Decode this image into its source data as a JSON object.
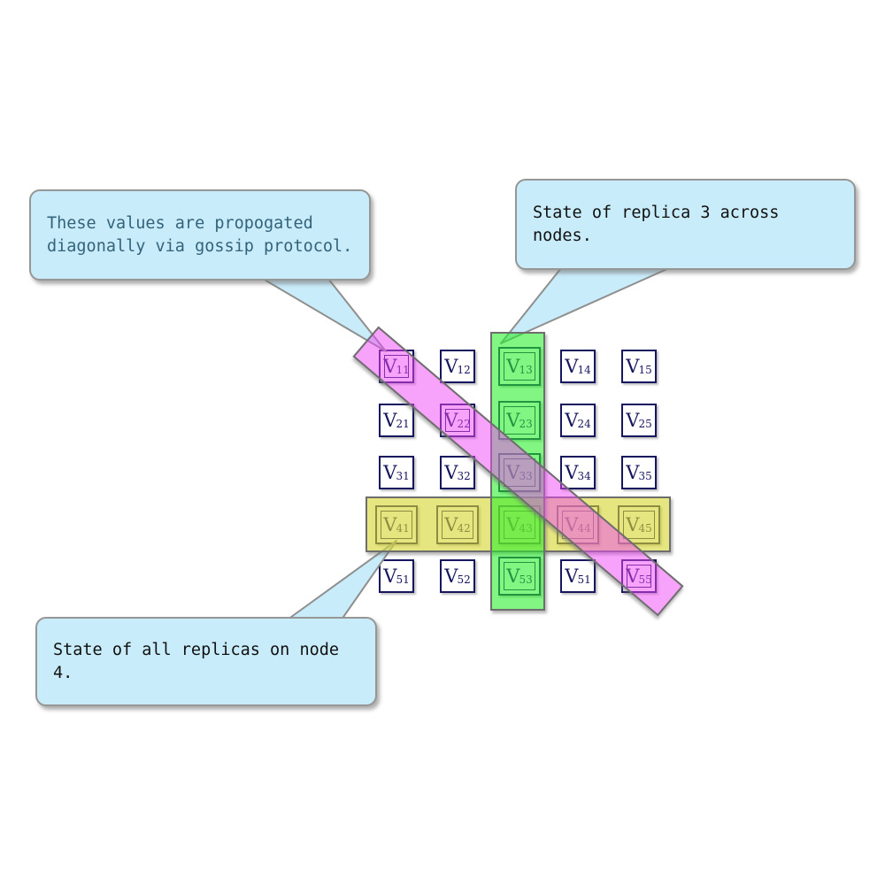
{
  "callouts": [
    {
      "id": "gossip",
      "text": "These values are propogated\ndiagonally via gossip protocol.",
      "text_color": "#33637a"
    },
    {
      "id": "replica3",
      "text": "State of replica 3 across nodes.",
      "text_color": "#111111"
    },
    {
      "id": "node4",
      "text": "State of all replicas on node 4.",
      "text_color": "#111111"
    }
  ],
  "matrix": {
    "cell_prefix": "V",
    "subscripts": [
      [
        "11",
        "12",
        "13",
        "14",
        "15"
      ],
      [
        "21",
        "22",
        "23",
        "24",
        "25"
      ],
      [
        "31",
        "32",
        "33",
        "34",
        "35"
      ],
      [
        "41",
        "42",
        "43",
        "44",
        "45"
      ],
      [
        "51",
        "52",
        "53",
        "51",
        "55"
      ]
    ]
  },
  "bands": {
    "diagonal": {
      "fill": "rgba(240,72,248,0.5)",
      "stroke": "#6e6e6e"
    },
    "column": {
      "fill": "rgba(40,240,40,0.58)",
      "stroke": "#6e6e6e"
    },
    "row": {
      "fill": "rgba(214,214,50,0.62)",
      "stroke": "#6e6e6e"
    }
  },
  "colors": {
    "background": "#ffffff",
    "cell_border": "#16165e",
    "cell_text": "#16165e",
    "callout_fill": "#c9ecfa",
    "callout_border": "#969696",
    "band_stroke": "#6e6e6e",
    "diagonal_band_fill": "rgba(240,72,248,0.5)",
    "column_band_fill": "rgba(40,240,40,0.58)",
    "row_band_fill": "rgba(214,214,50,0.62)"
  }
}
